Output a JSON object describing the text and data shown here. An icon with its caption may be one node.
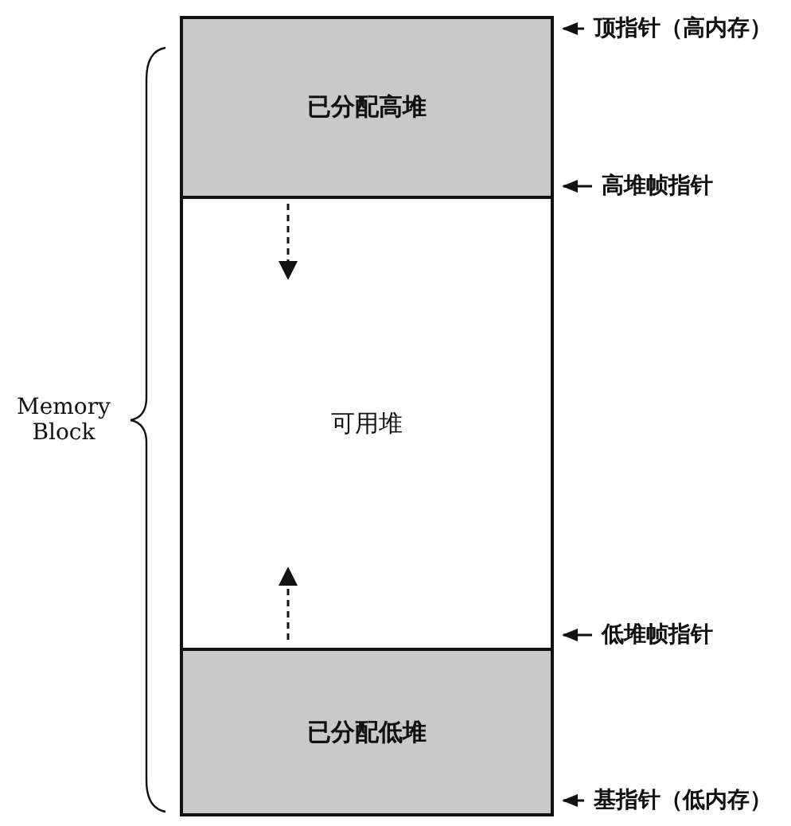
{
  "diagram": {
    "nodes": [
      {
        "text": [
          "已分配高堆"
        ]
      },
      {
        "text": [
          "可用堆"
        ]
      },
      {
        "text": [
          "已分配低堆"
        ]
      },
      {
        "text": [
          "顶指针（高内存）"
        ]
      },
      {
        "text": [
          "高堆帧指针"
        ]
      },
      {
        "text": [
          "低堆帧指针"
        ]
      },
      {
        "text": [
          "基指针（低内存）"
        ]
      },
      {
        "text": [
          "Memory Block"
        ]
      }
    ],
    "edges": [
      {
        "from": 3,
        "to": 0,
        "arrow": "to"
      },
      {
        "from": 4,
        "to": 1,
        "arrow": "to"
      },
      {
        "from": 5,
        "to": 2,
        "arrow": "to"
      },
      {
        "from": 6,
        "to": 2,
        "arrow": "to"
      }
    ]
  }
}
